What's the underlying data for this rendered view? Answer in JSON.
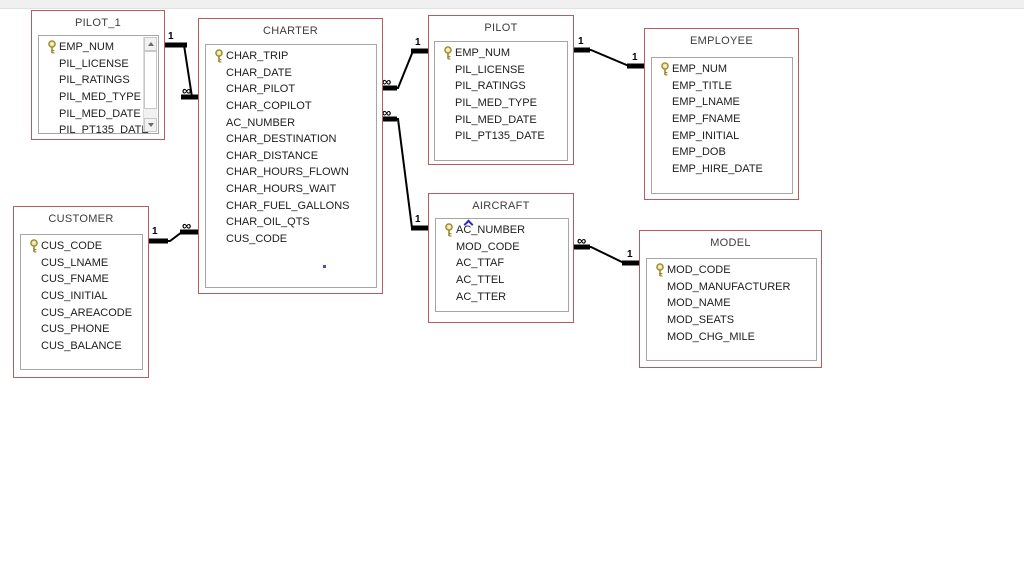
{
  "colors": {
    "table_border": "#b25e5e",
    "field_box_border": "#a6a6a6",
    "relationship_line": "#000000",
    "key_icon_gold": "#c9a227",
    "cursor_artifact_blue": "#2a2ac8"
  },
  "tables": [
    {
      "title": "PILOT_1",
      "has_scrollbar": true,
      "fields": [
        {
          "name": "EMP_NUM",
          "key": true
        },
        {
          "name": "PIL_LICENSE",
          "key": false
        },
        {
          "name": "PIL_RATINGS",
          "key": false
        },
        {
          "name": "PIL_MED_TYPE",
          "key": false
        },
        {
          "name": "PIL_MED_DATE",
          "key": false
        },
        {
          "name": "PIL_PT135_DATE",
          "key": false
        }
      ]
    },
    {
      "title": "CHARTER",
      "has_scrollbar": false,
      "fields": [
        {
          "name": "CHAR_TRIP",
          "key": true
        },
        {
          "name": "CHAR_DATE",
          "key": false
        },
        {
          "name": "CHAR_PILOT",
          "key": false
        },
        {
          "name": "CHAR_COPILOT",
          "key": false
        },
        {
          "name": "AC_NUMBER",
          "key": false
        },
        {
          "name": "CHAR_DESTINATION",
          "key": false
        },
        {
          "name": "CHAR_DISTANCE",
          "key": false
        },
        {
          "name": "CHAR_HOURS_FLOWN",
          "key": false
        },
        {
          "name": "CHAR_HOURS_WAIT",
          "key": false
        },
        {
          "name": "CHAR_FUEL_GALLONS",
          "key": false
        },
        {
          "name": "CHAR_OIL_QTS",
          "key": false
        },
        {
          "name": "CUS_CODE",
          "key": false
        }
      ]
    },
    {
      "title": "PILOT",
      "has_scrollbar": false,
      "fields": [
        {
          "name": "EMP_NUM",
          "key": true
        },
        {
          "name": "PIL_LICENSE",
          "key": false
        },
        {
          "name": "PIL_RATINGS",
          "key": false
        },
        {
          "name": "PIL_MED_TYPE",
          "key": false
        },
        {
          "name": "PIL_MED_DATE",
          "key": false
        },
        {
          "name": "PIL_PT135_DATE",
          "key": false
        }
      ]
    },
    {
      "title": "EMPLOYEE",
      "has_scrollbar": false,
      "fields": [
        {
          "name": "EMP_NUM",
          "key": true
        },
        {
          "name": "EMP_TITLE",
          "key": false
        },
        {
          "name": "EMP_LNAME",
          "key": false
        },
        {
          "name": "EMP_FNAME",
          "key": false
        },
        {
          "name": "EMP_INITIAL",
          "key": false
        },
        {
          "name": "EMP_DOB",
          "key": false
        },
        {
          "name": "EMP_HIRE_DATE",
          "key": false
        }
      ]
    },
    {
      "title": "CUSTOMER",
      "has_scrollbar": false,
      "fields": [
        {
          "name": "CUS_CODE",
          "key": true
        },
        {
          "name": "CUS_LNAME",
          "key": false
        },
        {
          "name": "CUS_FNAME",
          "key": false
        },
        {
          "name": "CUS_INITIAL",
          "key": false
        },
        {
          "name": "CUS_AREACODE",
          "key": false
        },
        {
          "name": "CUS_PHONE",
          "key": false
        },
        {
          "name": "CUS_BALANCE",
          "key": false
        }
      ]
    },
    {
      "title": "AIRCRAFT",
      "has_scrollbar": false,
      "fields": [
        {
          "name": "AC_NUMBER",
          "key": true
        },
        {
          "name": "MOD_CODE",
          "key": false
        },
        {
          "name": "AC_TTAF",
          "key": false
        },
        {
          "name": "AC_TTEL",
          "key": false
        },
        {
          "name": "AC_TTER",
          "key": false
        }
      ]
    },
    {
      "title": "MODEL",
      "has_scrollbar": false,
      "fields": [
        {
          "name": "MOD_CODE",
          "key": true
        },
        {
          "name": "MOD_MANUFACTURER",
          "key": false
        },
        {
          "name": "MOD_NAME",
          "key": false
        },
        {
          "name": "MOD_SEATS",
          "key": false
        },
        {
          "name": "MOD_CHG_MILE",
          "key": false
        }
      ]
    }
  ],
  "relationships": [
    {
      "from": "PILOT_1",
      "to": "CHARTER",
      "from_label": "1",
      "to_label": "∞"
    },
    {
      "from": "CUSTOMER",
      "to": "CHARTER",
      "from_label": "1",
      "to_label": "∞"
    },
    {
      "from": "CHARTER",
      "to": "PILOT",
      "from_label": "∞",
      "to_label": "1"
    },
    {
      "from": "CHARTER",
      "to": "AIRCRAFT",
      "from_label": "∞",
      "to_label": "1"
    },
    {
      "from": "PILOT",
      "to": "EMPLOYEE",
      "from_label": "1",
      "to_label": "1"
    },
    {
      "from": "AIRCRAFT",
      "to": "MODEL",
      "from_label": "∞",
      "to_label": "1"
    }
  ]
}
